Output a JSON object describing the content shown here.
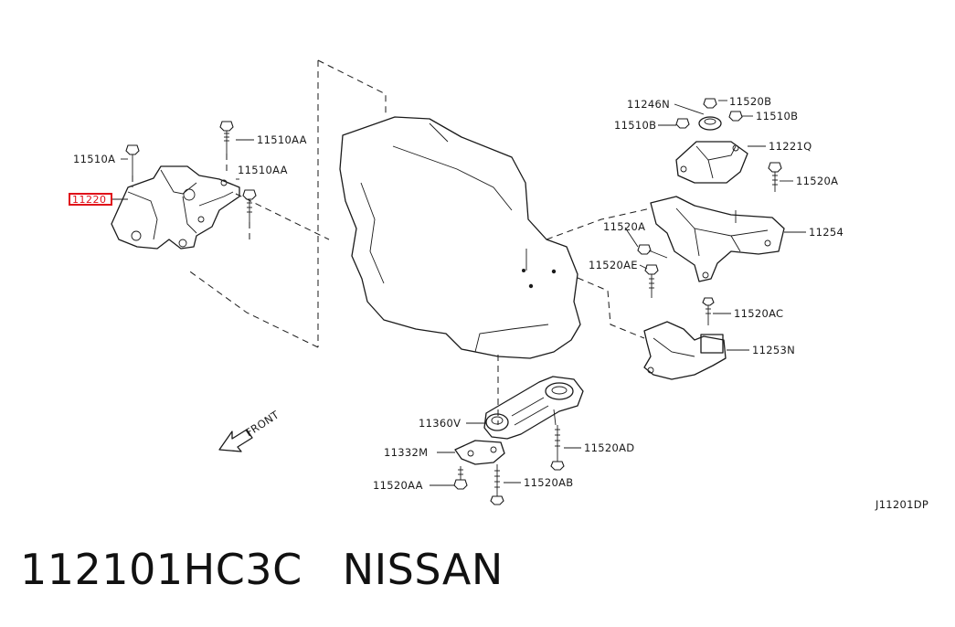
{
  "callouts": {
    "c11510A": "11510A",
    "c11510AA_top": "11510AA",
    "c11510AA_mid": "11510AA",
    "c11220_highlight": "11220",
    "c11246N": "11246N",
    "c11520B": "11520B",
    "c11510B_left": "11510B",
    "c11510B_right": "11510B",
    "c11221Q": "11221Q",
    "c11520A_right": "11520A",
    "c11520A_left": "11520A",
    "c11254": "11254",
    "c11520AE": "11520AE",
    "c11520AC": "11520AC",
    "c11253N": "11253N",
    "c11360V": "11360V",
    "c11520AD": "11520AD",
    "c11332M": "11332M",
    "c11520AA": "11520AA",
    "c11520AB": "11520AB"
  },
  "front_label": "FRONT",
  "diagram_id": "J11201DP",
  "footer": {
    "part_number": "112101HC3C",
    "brand": "NISSAN"
  },
  "colors": {
    "highlight": "#e0101a",
    "ink": "#1a1a1a"
  }
}
